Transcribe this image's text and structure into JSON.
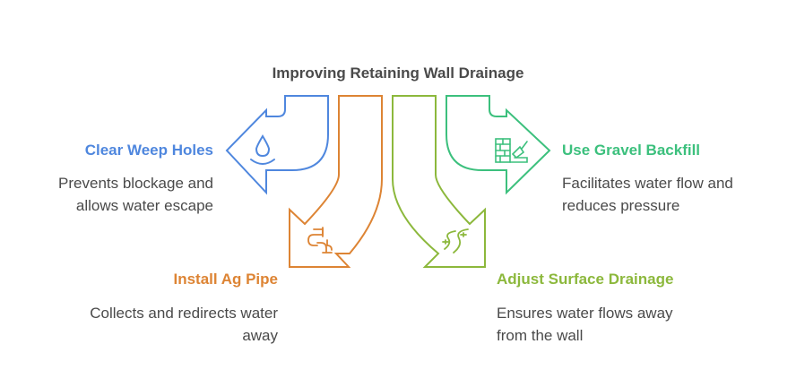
{
  "title": "Improving Retaining Wall Drainage",
  "colors": {
    "blue": "#4f87de",
    "orange": "#dd8434",
    "lime": "#8cb83c",
    "teal": "#3cc07d",
    "text": "#4a4a4a"
  },
  "steps": [
    {
      "title": "Clear Weep Holes",
      "description": "Prevents blockage and allows water escape",
      "description_lines": [
        "Prevents blockage and",
        "allows water escape"
      ],
      "icon": "water-drop-icon",
      "color": "#4f87de",
      "arrow_direction": "left"
    },
    {
      "title": "Install Ag Pipe",
      "description": "Collects and redirects water away",
      "description_lines": [
        "Collects and redirects water",
        "away"
      ],
      "icon": "pipe-icon",
      "color": "#dd8434",
      "arrow_direction": "down-left"
    },
    {
      "title": "Adjust Surface Drainage",
      "description": "Ensures water flows away from the wall",
      "description_lines": [
        "Ensures water flows away",
        "from the wall"
      ],
      "icon": "river-icon",
      "color": "#8cb83c",
      "arrow_direction": "down-right"
    },
    {
      "title": "Use Gravel Backfill",
      "description": "Facilitates water flow and reduces pressure",
      "description_lines": [
        "Facilitates water flow and",
        "reduces pressure"
      ],
      "icon": "brick-trowel-icon",
      "color": "#3cc07d",
      "arrow_direction": "right"
    }
  ]
}
